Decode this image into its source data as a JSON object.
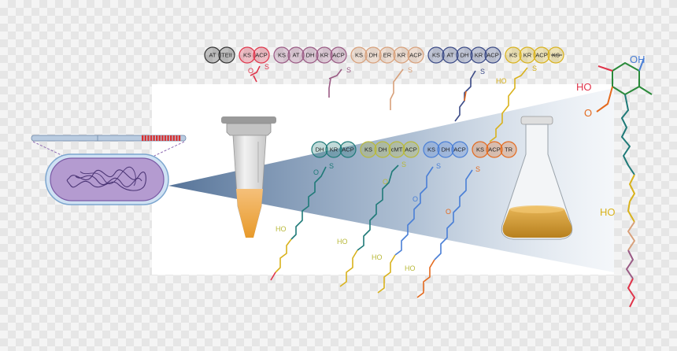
{
  "colors": {
    "black": "#333333",
    "red": "#e0344a",
    "purple": "#9a5a84",
    "peach": "#d8a07a",
    "navy": "#3b4a86",
    "yellow": "#d9b21c",
    "teal": "#1f7a78",
    "lime": "#b9b93a",
    "blue": "#4a7fd6",
    "orange": "#e46a1e",
    "brown": "#8a5a45",
    "green": "#2a8a3a",
    "cell": "#8f6bb3",
    "culture": "#d6a43a"
  },
  "top_modules": [
    {
      "domains": [
        "AT",
        "TEII"
      ],
      "color": "black"
    },
    {
      "domains": [
        "KS",
        "ACP"
      ],
      "color": "red"
    },
    {
      "domains": [
        "KS",
        "AT",
        "DH",
        "KR",
        "ACP"
      ],
      "color": "purple"
    },
    {
      "domains": [
        "KS",
        "DH",
        "ER",
        "KR",
        "ACP"
      ],
      "color": "peach"
    },
    {
      "domains": [
        "KS",
        "AT",
        "DH",
        "KR",
        "ACP"
      ],
      "color": "navy"
    },
    {
      "domains": [
        "KS",
        "KR",
        "ACP",
        "KS"
      ],
      "color": "yellow"
    }
  ],
  "middle_modules": [
    {
      "domains": [
        "DH",
        "KR",
        "ACP"
      ],
      "color": "teal"
    },
    {
      "domains": [
        "KS",
        "DH",
        "cMT",
        "ACP"
      ],
      "color": "lime"
    },
    {
      "domains": [
        "KS",
        "DH",
        "ACP"
      ],
      "color": "blue"
    },
    {
      "domains": [
        "KS",
        "ACP",
        "TR"
      ],
      "color": "orange"
    }
  ],
  "atoms": {
    "s": "S",
    "o": "O",
    "ho": "HO",
    "oh": "OH"
  },
  "product": {
    "oh": "OH",
    "ho": "HO",
    "o": "O",
    "ho_chain": "HO"
  }
}
